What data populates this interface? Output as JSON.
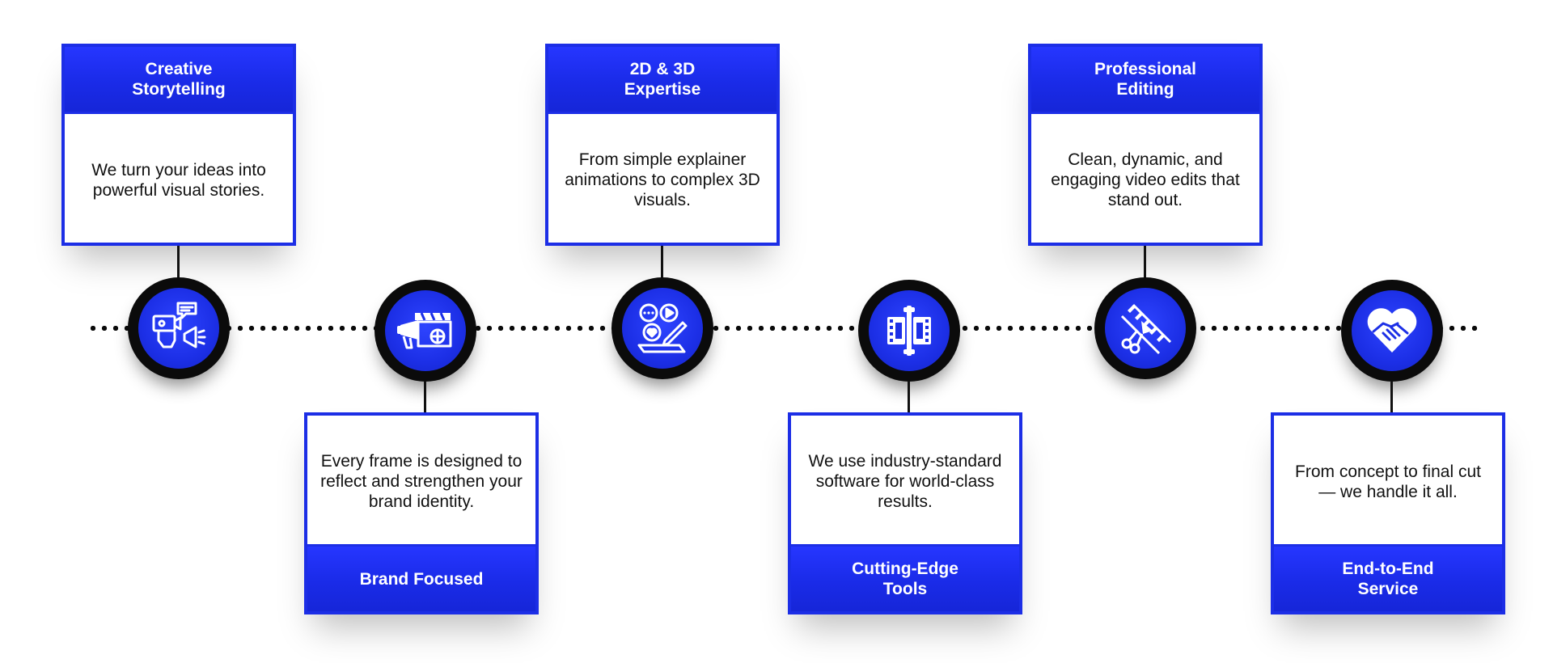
{
  "steps": [
    {
      "title": "Creative Storytelling",
      "description": "We turn your ideas into powerful visual stories.",
      "icon": "video-marketing-icon"
    },
    {
      "title": "Brand Focused",
      "description": "Every frame is designed to reflect and strengthen your brand identity.",
      "icon": "clapperboard-megaphone-icon"
    },
    {
      "title": "2D & 3D Expertise",
      "description": "From simple explainer animations to complex 3D visuals.",
      "icon": "animation-tablet-icon"
    },
    {
      "title": "Cutting-Edge Tools",
      "description": "We use industry-standard software for world-class results.",
      "icon": "film-editing-icon"
    },
    {
      "title": "Professional Editing",
      "description": "Clean, dynamic, and engaging video edits that stand out.",
      "icon": "film-scissors-icon"
    },
    {
      "title": "End-to-End Service",
      "description": "From concept to final cut — we handle it all.",
      "icon": "heart-handshake-icon"
    }
  ],
  "colors": {
    "accent": "#1c2ee6",
    "node": "#0b0b0b",
    "text": "#111111"
  }
}
